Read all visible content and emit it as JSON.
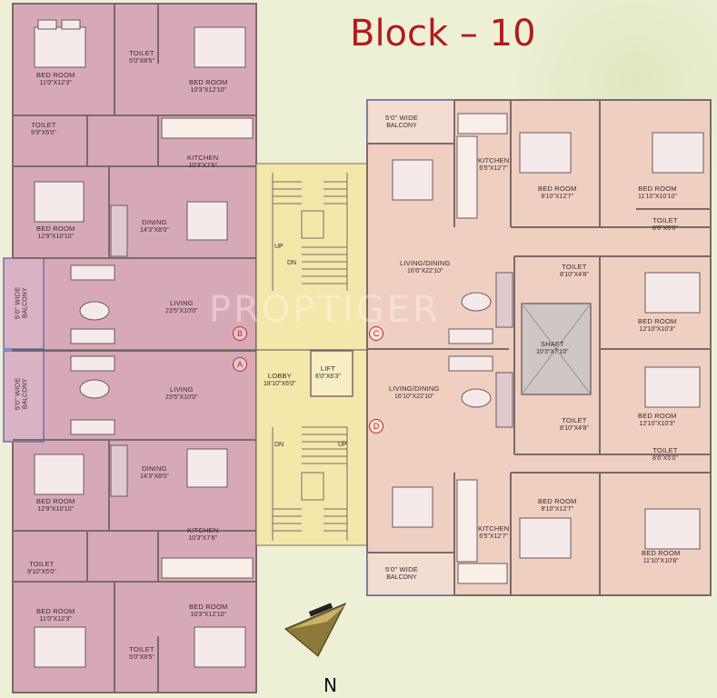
{
  "title": "Block – 10",
  "watermark": "PROPTIGER",
  "north_label": "N",
  "markers": {
    "a": "A",
    "b": "B",
    "c": "C",
    "d": "D"
  },
  "rooms": {
    "bed_top_left_1": {
      "name": "BED ROOM",
      "dim": "11'0\"X12'3\""
    },
    "bed_top_left_2": {
      "name": "BED ROOM",
      "dim": "10'3\"X12'10\""
    },
    "toilet_top_small": {
      "name": "TOILET",
      "dim": "5'0\"X8'5\""
    },
    "toilet_top_left": {
      "name": "TOILET",
      "dim": "9'9\"X5'0\""
    },
    "kitchen_top_left": {
      "name": "KITCHEN",
      "dim": "10'3\"X7'6\""
    },
    "bed_upper_left_3": {
      "name": "BED ROOM",
      "dim": "12'9\"X10'10\""
    },
    "dining_upper_left": {
      "name": "DINING",
      "dim": "14'3\"X8'0\""
    },
    "living_upper_left": {
      "name": "LIVING",
      "dim": "23'5\"X10'0\""
    },
    "balcony_left_upper": {
      "name": "5'0\" WIDE",
      "dim": "BALCONY"
    },
    "living_lower_left": {
      "name": "LIVING",
      "dim": "23'5\"X10'0\""
    },
    "balcony_left_lower": {
      "name": "5'0\" WIDE",
      "dim": "BALCONY"
    },
    "dining_lower_left": {
      "name": "DINING",
      "dim": "14'3\"X8'0\""
    },
    "bed_lower_left_3": {
      "name": "BED ROOM",
      "dim": "12'9\"X10'10\""
    },
    "kitchen_lower_left": {
      "name": "KITCHEN",
      "dim": "10'3\"X7'6\""
    },
    "toilet_lower_left": {
      "name": "TOILET",
      "dim": "9'10\"X5'0\""
    },
    "bed_bottom_left_1": {
      "name": "BED ROOM",
      "dim": "11'0\"X12'3\""
    },
    "bed_bottom_left_2": {
      "name": "BED ROOM",
      "dim": "10'3\"X12'10\""
    },
    "toilet_bottom_small": {
      "name": "TOILET",
      "dim": "5'0\"X8'5\""
    },
    "lobby": {
      "name": "LOBBY",
      "dim": "18'10\"X6'0\""
    },
    "lift": {
      "name": "LIFT",
      "dim": "6'0\"X6'3\""
    },
    "balcony_right_top": {
      "name": "5'0\" WIDE",
      "dim": "BALCONY"
    },
    "kitchen_right_top": {
      "name": "KITCHEN",
      "dim": "6'5\"X12'7\""
    },
    "bed_right_top_1": {
      "name": "BED ROOM",
      "dim": "9'10\"X12'7\""
    },
    "bed_right_top_2": {
      "name": "BED ROOM",
      "dim": "11'10\"X10'10\""
    },
    "toilet_right_top": {
      "name": "TOILET",
      "dim": "8'6\"X5'0\""
    },
    "living_dining_upper": {
      "name": "LIVING/DINING",
      "dim": "16'6\"X22'10\""
    },
    "toilet_right_mid_upper": {
      "name": "TOILET",
      "dim": "8'10\"X4'8\""
    },
    "bed_right_mid_upper": {
      "name": "BED ROOM",
      "dim": "12'10\"X10'3\""
    },
    "shaft": {
      "name": "SHAFT",
      "dim": "10'3\"X7'10\""
    },
    "living_dining_lower": {
      "name": "LIVING/DINING",
      "dim": "16'10\"X22'10\""
    },
    "toilet_right_mid_lower": {
      "name": "TOILET",
      "dim": "8'10\"X4'8\""
    },
    "bed_right_mid_lower": {
      "name": "BED ROOM",
      "dim": "12'10\"X10'3\""
    },
    "toilet_right_bottom": {
      "name": "TOILET",
      "dim": "8'6\"X5'0\""
    },
    "bed_right_bottom_1": {
      "name": "BED ROOM",
      "dim": "9'10\"X12'7\""
    },
    "kitchen_right_bottom": {
      "name": "KITCHEN",
      "dim": "6'5\"X12'7\""
    },
    "bed_right_bottom_2": {
      "name": "BED ROOM",
      "dim": "11'10\"X10'8\""
    },
    "balcony_right_bottom": {
      "name": "5'0\" WIDE",
      "dim": "BALCONY"
    }
  },
  "stairs": {
    "up_top": "UP",
    "dn_top": "DN",
    "dn_bottom": "DN",
    "up_bottom": "UP"
  },
  "colors": {
    "left_wing": "#d7a9b6",
    "right_wing": "#efcfc0",
    "core": "#f5e6aa",
    "wall": "#7a6a6a",
    "accent": "#b01c1c"
  }
}
